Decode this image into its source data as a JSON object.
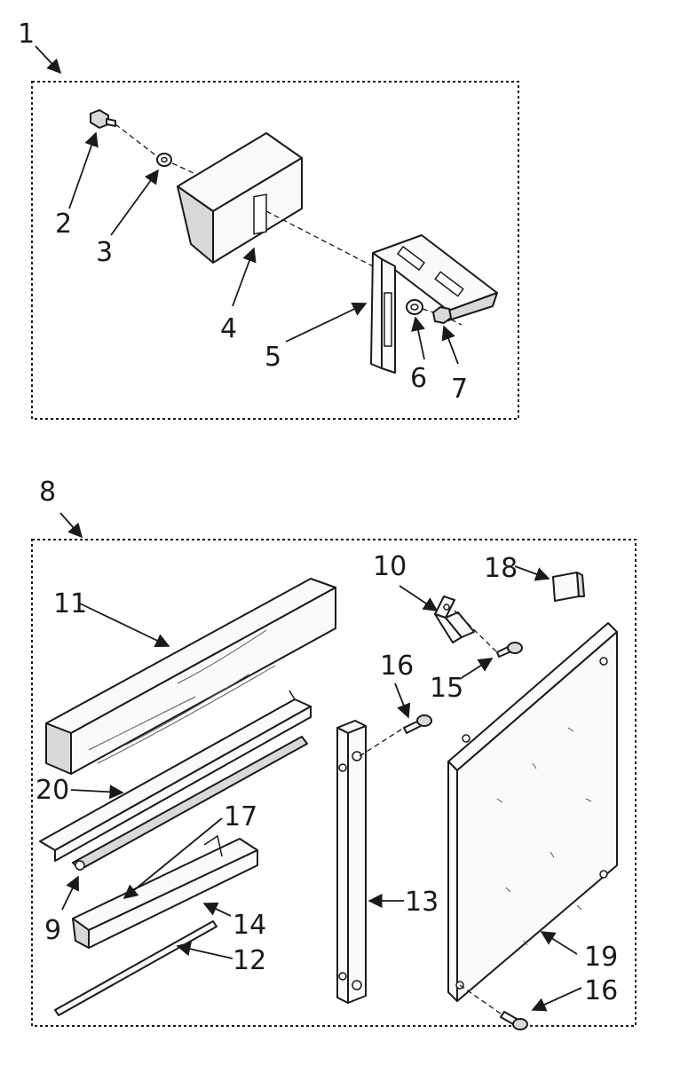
{
  "labels": {
    "p1": "1",
    "p2": "2",
    "p3": "3",
    "p4": "4",
    "p5": "5",
    "p6": "6",
    "p7": "7",
    "p8": "8",
    "p9": "9",
    "p10": "10",
    "p11": "11",
    "p12": "12",
    "p13": "13",
    "p14": "14",
    "p15": "15",
    "p16a": "16",
    "p16b": "16",
    "p17": "17",
    "p18": "18",
    "p19": "19",
    "p20": "20"
  },
  "colors": {
    "ink": "#1a1a1a",
    "paper": "#ffffff"
  }
}
